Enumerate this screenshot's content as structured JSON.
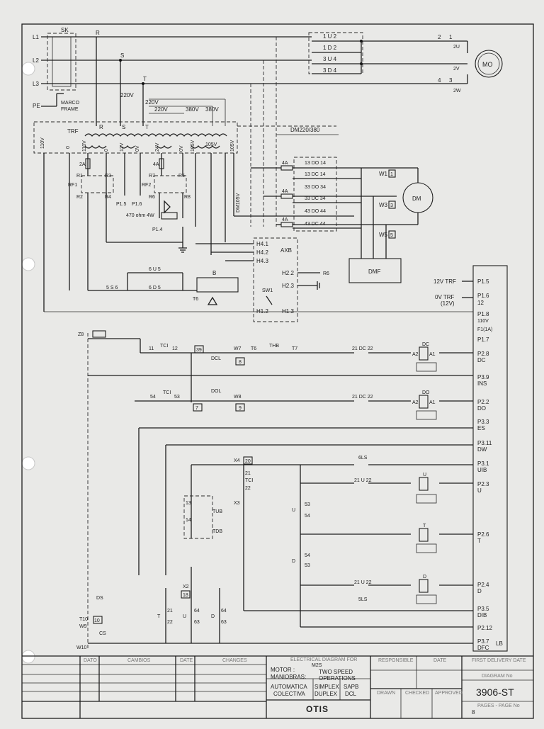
{
  "page": {
    "background": "#e9e9e7",
    "ink": "#1e1e1e"
  },
  "left_labels": {
    "l1": "L1",
    "l2": "L2",
    "l3": "L3",
    "pe": "PE",
    "sk": "SK",
    "marco": "MARCO",
    "frame": "FRAME",
    "r": "R",
    "s": "S",
    "t": "T"
  },
  "transformer": {
    "label": "TRF",
    "v220a": "220V",
    "v220b": "220V",
    "v220c": "220V",
    "v380a": "380V",
    "v380b": "380V",
    "taps": [
      "110V",
      "0",
      "110V",
      "0",
      "12V",
      "0V",
      "24V",
      "0V",
      "105V",
      "0V",
      "105V"
    ],
    "dm_label": "DM220/380",
    "dm105": "DM105V"
  },
  "contactors_top": [
    "1 U 2",
    "1 D 2",
    "3 U 4",
    "3 D 4"
  ],
  "motor": {
    "label": "MO",
    "t1": "2",
    "t2": "1",
    "t3": "4",
    "t4": "3",
    "u": "2U",
    "v": "2V",
    "w": "2W"
  },
  "dc_contacts": [
    "13 DO 14",
    "13 DC 14",
    "33 DO 34",
    "33 DC 34",
    "43 DO 44",
    "43 DC 44"
  ],
  "fuses": [
    "4A",
    "4A",
    "4A",
    "4A"
  ],
  "door_motor": {
    "label": "DM",
    "w1": "W1",
    "w3": "W3",
    "w5": "W5",
    "n1": "1",
    "n3": "3",
    "n5": "5"
  },
  "dmf": "DMF",
  "rectifier": {
    "r_2a": "2A",
    "r_4a": "4A",
    "r1": "R1",
    "r2": "R2",
    "r3": "R3",
    "r4": "R4",
    "r5": "R5",
    "r6": "R6",
    "r7": "R7",
    "r8": "R8",
    "rf1": "RF1",
    "rf2": "RF2",
    "p15": "P1.5",
    "p16": "P1.6",
    "p14": "P1.4",
    "res": "470 ohm 4W"
  },
  "axb": {
    "label": "AXB",
    "h41": "H4.1",
    "h42": "H4.2",
    "h43": "H4.3",
    "h22": "H2.2",
    "h23": "H2.3",
    "h12": "H1.2",
    "h13": "H1.3",
    "sw1": "SW1",
    "r6": "R6"
  },
  "alarm": {
    "b": "B",
    "t6": "T6",
    "eu5": "6 U 5",
    "sl6": "5 S 6",
    "ed5": "6 D 5"
  },
  "right_terminals": {
    "p15": "P1.5",
    "trf12": "12V TRF",
    "p16": "P1.6",
    "n12": "12",
    "trf0": "0V TRF",
    "trf0b": "(12V)",
    "p18": "P1.8",
    "v110": "110V",
    "f1": "F1(1A)",
    "p17": "P1.7",
    "p28": "P2.8",
    "dc": "DC",
    "p39": "P3.9",
    "ins": "INS",
    "p22": "P2.2",
    "do": "DO",
    "p33": "P3.3",
    "es": "ES",
    "p311": "P3.11",
    "dw": "DW",
    "p31": "P3.1",
    "uib": "UIB",
    "p23": "P2.3",
    "u": "U",
    "p26": "P2.6",
    "tt": "T",
    "p24": "P2.4",
    "d": "D",
    "p35": "P3.5",
    "dib": "DIB",
    "p212": "P2.12",
    "p37": "P3.7",
    "dfc": "DFC",
    "lb": "LB"
  },
  "safety_chain": {
    "z8": "Z8",
    "n11": "11",
    "tci": "TCI",
    "n12": "12",
    "n39": "39",
    "dcl": "DCL",
    "w7": "W7",
    "n8": "8",
    "t6": "T6",
    "thb": "THB",
    "t7": "T7",
    "dc2122": "21 DC 22",
    "a2": "A2",
    "a1": "A1",
    "n54": "54",
    "n53": "53",
    "n7": "7",
    "dol": "DOL",
    "w8": "W8",
    "n9": "9",
    "do2122": "21 DC 22",
    "dd": "DO"
  },
  "lower_circuit": {
    "x4": "X4",
    "n20": "20",
    "n21": "21",
    "n22": "22",
    "tci": "TCI",
    "x3": "X3",
    "tub": "TUB",
    "tdb": "TDB",
    "n13": "13",
    "n14": "14",
    "uls": "6LS",
    "u2122": "21 U 22",
    "n53": "53",
    "n54": "54",
    "uu": "U",
    "dd": "D",
    "d2122": "21 U 22",
    "dls": "5LS",
    "x2": "X2",
    "n18": "18",
    "t21": "21",
    "t22": "22",
    "u64": "64",
    "u63": "63",
    "l64": "64",
    "l63": "63",
    "tt": "T",
    "u": "U",
    "d": "D",
    "t10": "T10",
    "w9": "W9",
    "w10": "W10",
    "cs": "CS",
    "ds": "DS",
    "n10": "10"
  },
  "title_block": {
    "motor": "MOTOR :",
    "maniobras": "MANIOBRAS:",
    "desc_top": "ELECTRICAL DIAGRAM FOR",
    "m2s": "M2S",
    "two_speed": "TWO SPEED",
    "operations": "OPERATIONS",
    "automatica": "AUTOMATICA",
    "colectiva": "COLECTIVA",
    "simplex": "SIMPLEX",
    "duplex": "DUPLEX",
    "sapb": "SAPB",
    "dcl": "DCL",
    "otis": "OTIS",
    "responsible": "RESPONSIBLE",
    "date": "DATE",
    "drawn": "DRAWN",
    "checked": "CHECKED",
    "approved": "APPROVED",
    "first_delivery": "FIRST DELIVERY DATE",
    "diagram_no": "DIAGRAM No",
    "number": "3906-ST",
    "pages": "PAGES - PAGE No",
    "page_val": "8",
    "changes": "CHANGES",
    "dato": "DATO",
    "cambios": "CAMBIOS"
  }
}
